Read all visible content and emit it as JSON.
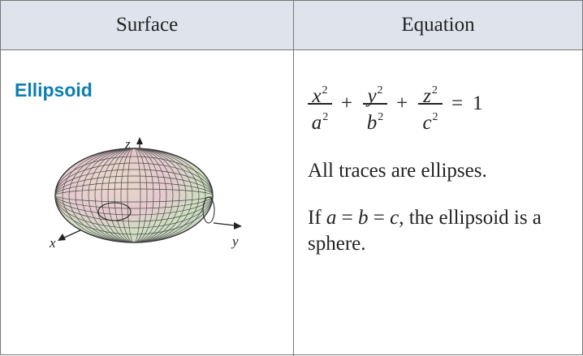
{
  "table": {
    "col1_header": "Surface",
    "col2_header": "Equation"
  },
  "surface": {
    "name": "Ellipsoid",
    "axis_labels": {
      "x": "x",
      "y": "y",
      "z": "z"
    }
  },
  "equation": {
    "terms": [
      {
        "num_var": "x",
        "den_var": "a",
        "exp": "2"
      },
      {
        "num_var": "y",
        "den_var": "b",
        "exp": "2"
      },
      {
        "num_var": "z",
        "den_var": "c",
        "exp": "2"
      }
    ],
    "plus": "+",
    "equals": "=",
    "rhs": "1"
  },
  "description": {
    "line1": "All traces are ellipses.",
    "line2_prefix": "If ",
    "a": "a",
    "eq": " = ",
    "b": "b",
    "c": "c",
    "line2_suffix": ", the ellipsoid is a sphere."
  },
  "colors": {
    "title_blue": "#0c7fb0",
    "header_bg": "#dfe4ec"
  }
}
